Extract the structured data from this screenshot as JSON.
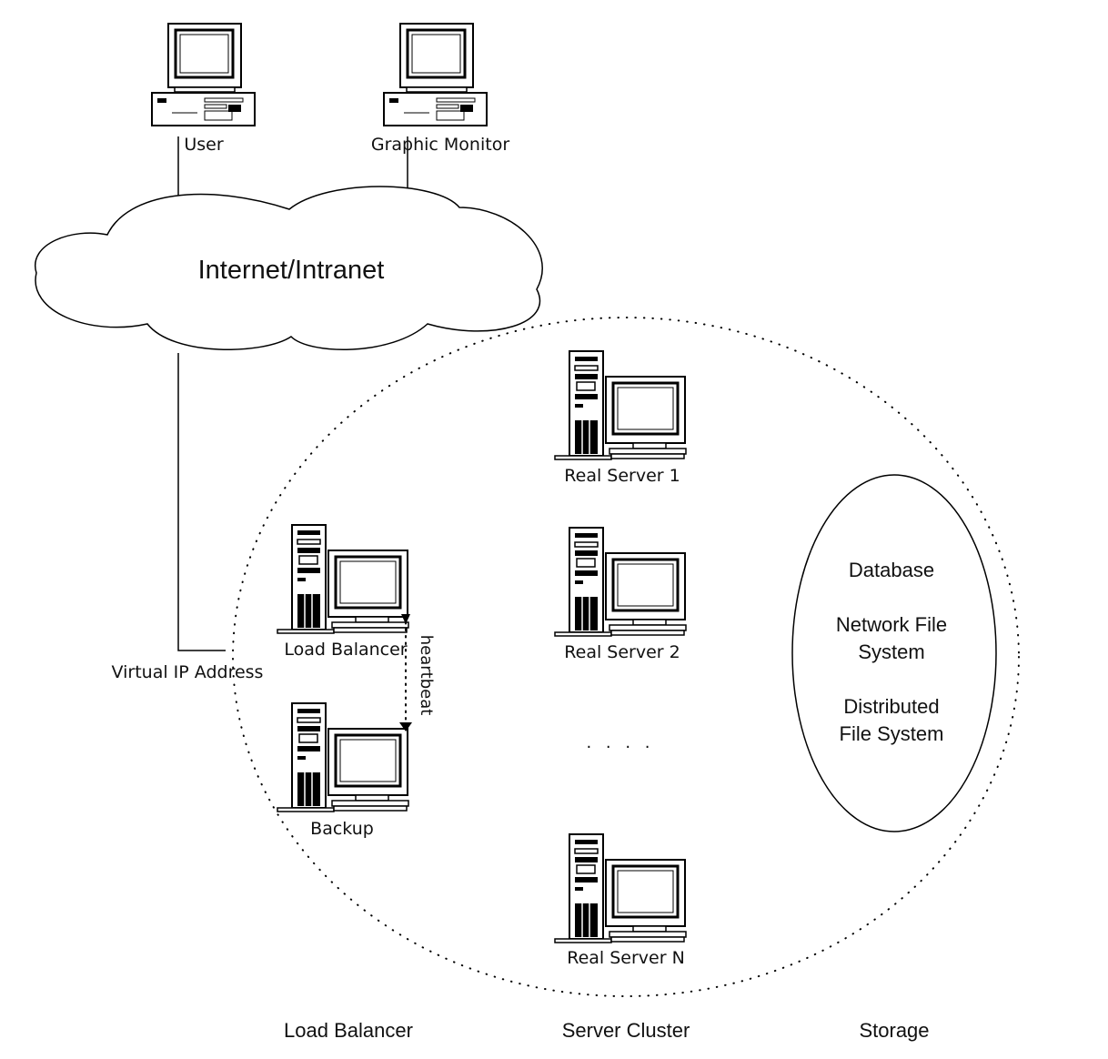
{
  "clients": {
    "user_label": "User",
    "monitor_label": "Graphic Monitor"
  },
  "network": {
    "cloud_label": "Internet/Intranet",
    "vip_label": "Virtual IP Address"
  },
  "load_balancer": {
    "primary_label": "Load Balancer",
    "backup_label": "Backup",
    "heartbeat_label": "heartbeat"
  },
  "cluster": {
    "servers": [
      "Real Server 1",
      "Real Server 2",
      "Real Server N"
    ],
    "ellipsis": ". . . ."
  },
  "storage": {
    "lines": [
      "Database",
      "Network File",
      "System",
      "Distributed",
      "File System"
    ]
  },
  "tiers": {
    "load_balancer": "Load Balancer",
    "server_cluster": "Server Cluster",
    "storage": "Storage"
  }
}
